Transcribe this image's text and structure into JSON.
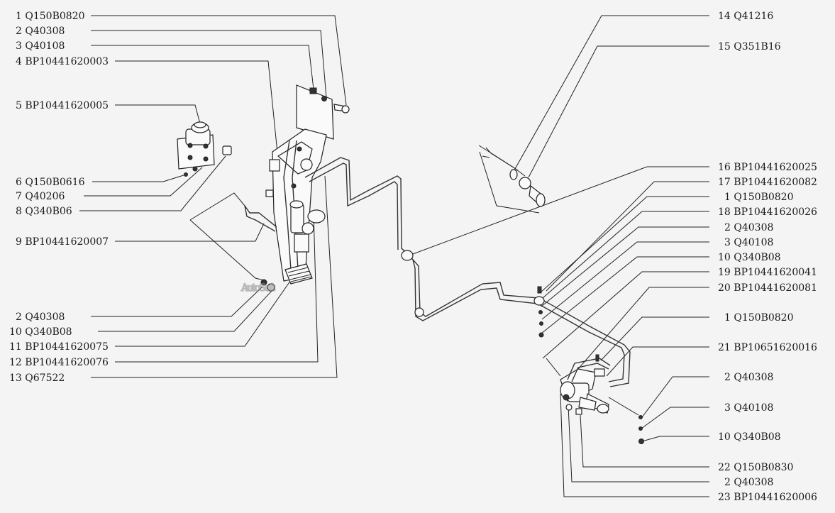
{
  "watermark": "AutoSoft",
  "callouts_left": [
    {
      "num": "1",
      "code": "Q150B0820"
    },
    {
      "num": "2",
      "code": "Q40308"
    },
    {
      "num": "3",
      "code": "Q40108"
    },
    {
      "num": "4",
      "code": "BP10441620003"
    },
    {
      "num": "5",
      "code": "BP10441620005"
    },
    {
      "num": "6",
      "code": "Q150B0616"
    },
    {
      "num": "7",
      "code": "Q40206"
    },
    {
      "num": "8",
      "code": "Q340B06"
    },
    {
      "num": "9",
      "code": "BP10441620007"
    },
    {
      "num": "2",
      "code": "Q40308"
    },
    {
      "num": "10",
      "code": "Q340B08"
    },
    {
      "num": "11",
      "code": "BP10441620075"
    },
    {
      "num": "12",
      "code": "BP10441620076"
    },
    {
      "num": "13",
      "code": "Q67522"
    }
  ],
  "callouts_right": [
    {
      "num": "14",
      "code": "Q41216"
    },
    {
      "num": "15",
      "code": "Q351B16"
    },
    {
      "num": "16",
      "code": "BP10441620025"
    },
    {
      "num": "17",
      "code": "BP10441620082"
    },
    {
      "num": "1",
      "code": "Q150B0820"
    },
    {
      "num": "18",
      "code": "BP10441620026"
    },
    {
      "num": "2",
      "code": "Q40308"
    },
    {
      "num": "3",
      "code": "Q40108"
    },
    {
      "num": "10",
      "code": "Q340B08"
    },
    {
      "num": "19",
      "code": "BP10441620041"
    },
    {
      "num": "20",
      "code": "BP10441620081"
    },
    {
      "num": "1",
      "code": "Q150B0820"
    },
    {
      "num": "21",
      "code": "BP10651620016"
    },
    {
      "num": "2",
      "code": "Q40308"
    },
    {
      "num": "3",
      "code": "Q40108"
    },
    {
      "num": "10",
      "code": "Q340B08"
    },
    {
      "num": "22",
      "code": "Q150B0830"
    },
    {
      "num": "2",
      "code": "Q40308"
    },
    {
      "num": "23",
      "code": "BP10441620006"
    }
  ]
}
